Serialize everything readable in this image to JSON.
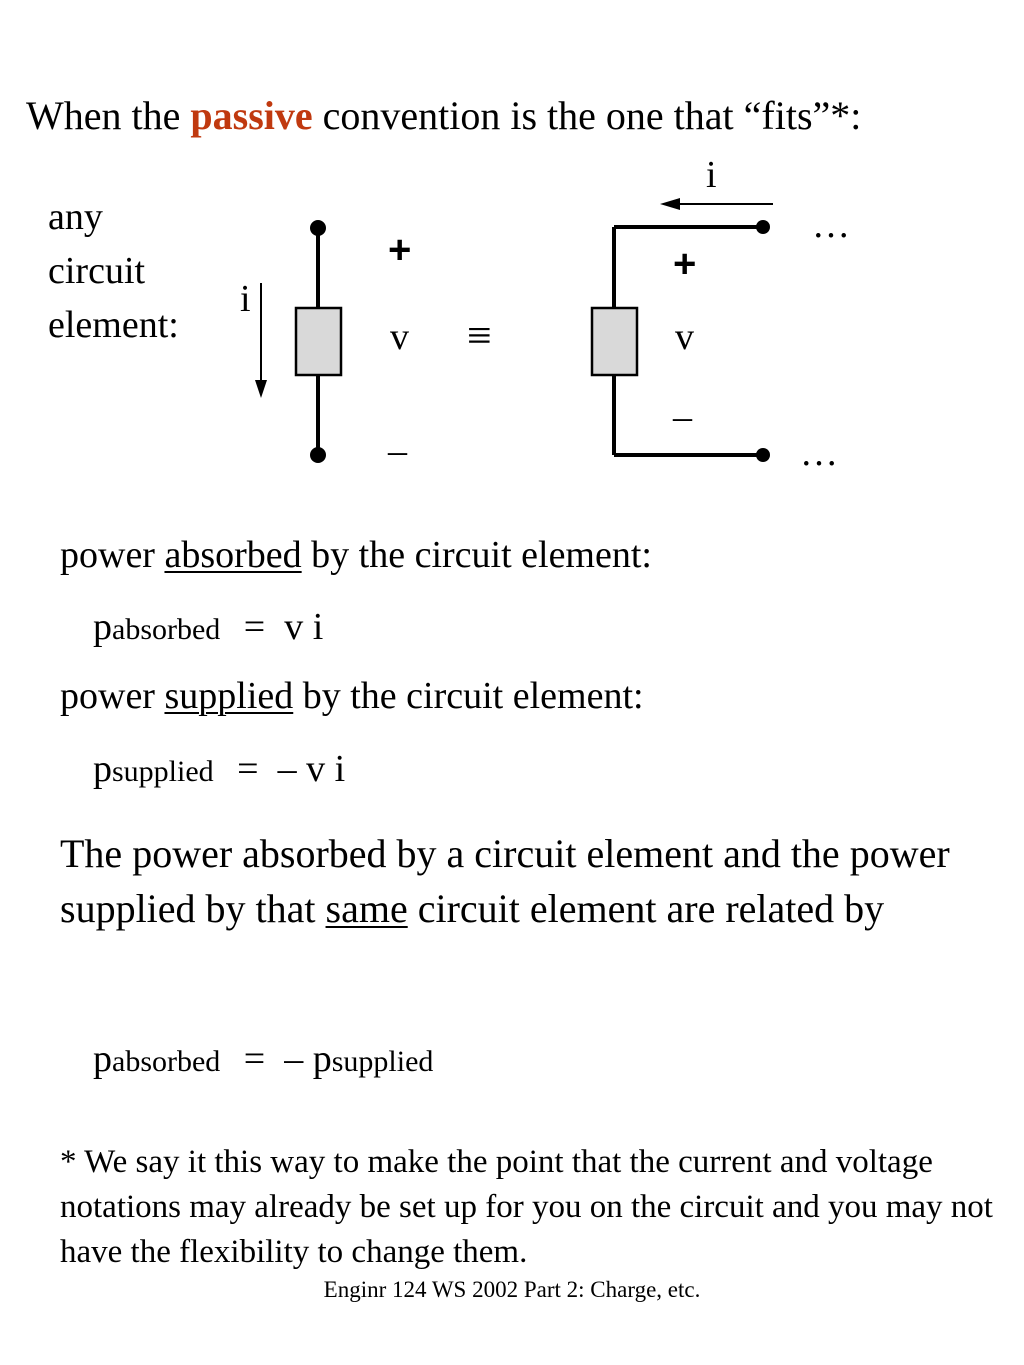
{
  "heading": {
    "pre": "When the ",
    "accent": "passive",
    "post": " convention is the one that “fits”*:",
    "accent_color": "#c0390f"
  },
  "element_label": {
    "line1": "any",
    "line2": "circuit",
    "line3": "element:"
  },
  "diagram": {
    "current_label_left": "i",
    "plus_left": "+",
    "v_left": "v",
    "minus_left": "–",
    "equiv_symbol": "≡",
    "current_label_right": "i",
    "plus_right": "+",
    "v_right": "v",
    "minus_right": "–",
    "ellipsis_top": "…",
    "ellipsis_bottom": "…",
    "box_fill": "#d9d9d9"
  },
  "absorbed": {
    "pre": "power ",
    "underlined": "absorbed",
    "post": " by the circuit element:",
    "eq_p": "p",
    "eq_sub": "absorbed",
    "eq_rhs": "=  v i"
  },
  "supplied": {
    "pre": "power ",
    "underlined": "supplied",
    "post": " by the circuit element:",
    "eq_p": "p",
    "eq_sub": "supplied",
    "eq_rhs": "=  – v i"
  },
  "relation": {
    "pre": "The power absorbed by a circuit element and the power supplied by that ",
    "underlined": "same",
    "post": " circuit element are related by",
    "eq_p1": "p",
    "eq_sub1": "absorbed",
    "eq_mid": "=  – ",
    "eq_p2": "p",
    "eq_sub2": "supplied"
  },
  "footnote": "* We say it this way to make the point that the current and voltage notations may already be set up for you on the circuit and you may not have the flexibility to change them.",
  "footer": "Enginr 124 WS 2002  Part 2: Charge, etc."
}
